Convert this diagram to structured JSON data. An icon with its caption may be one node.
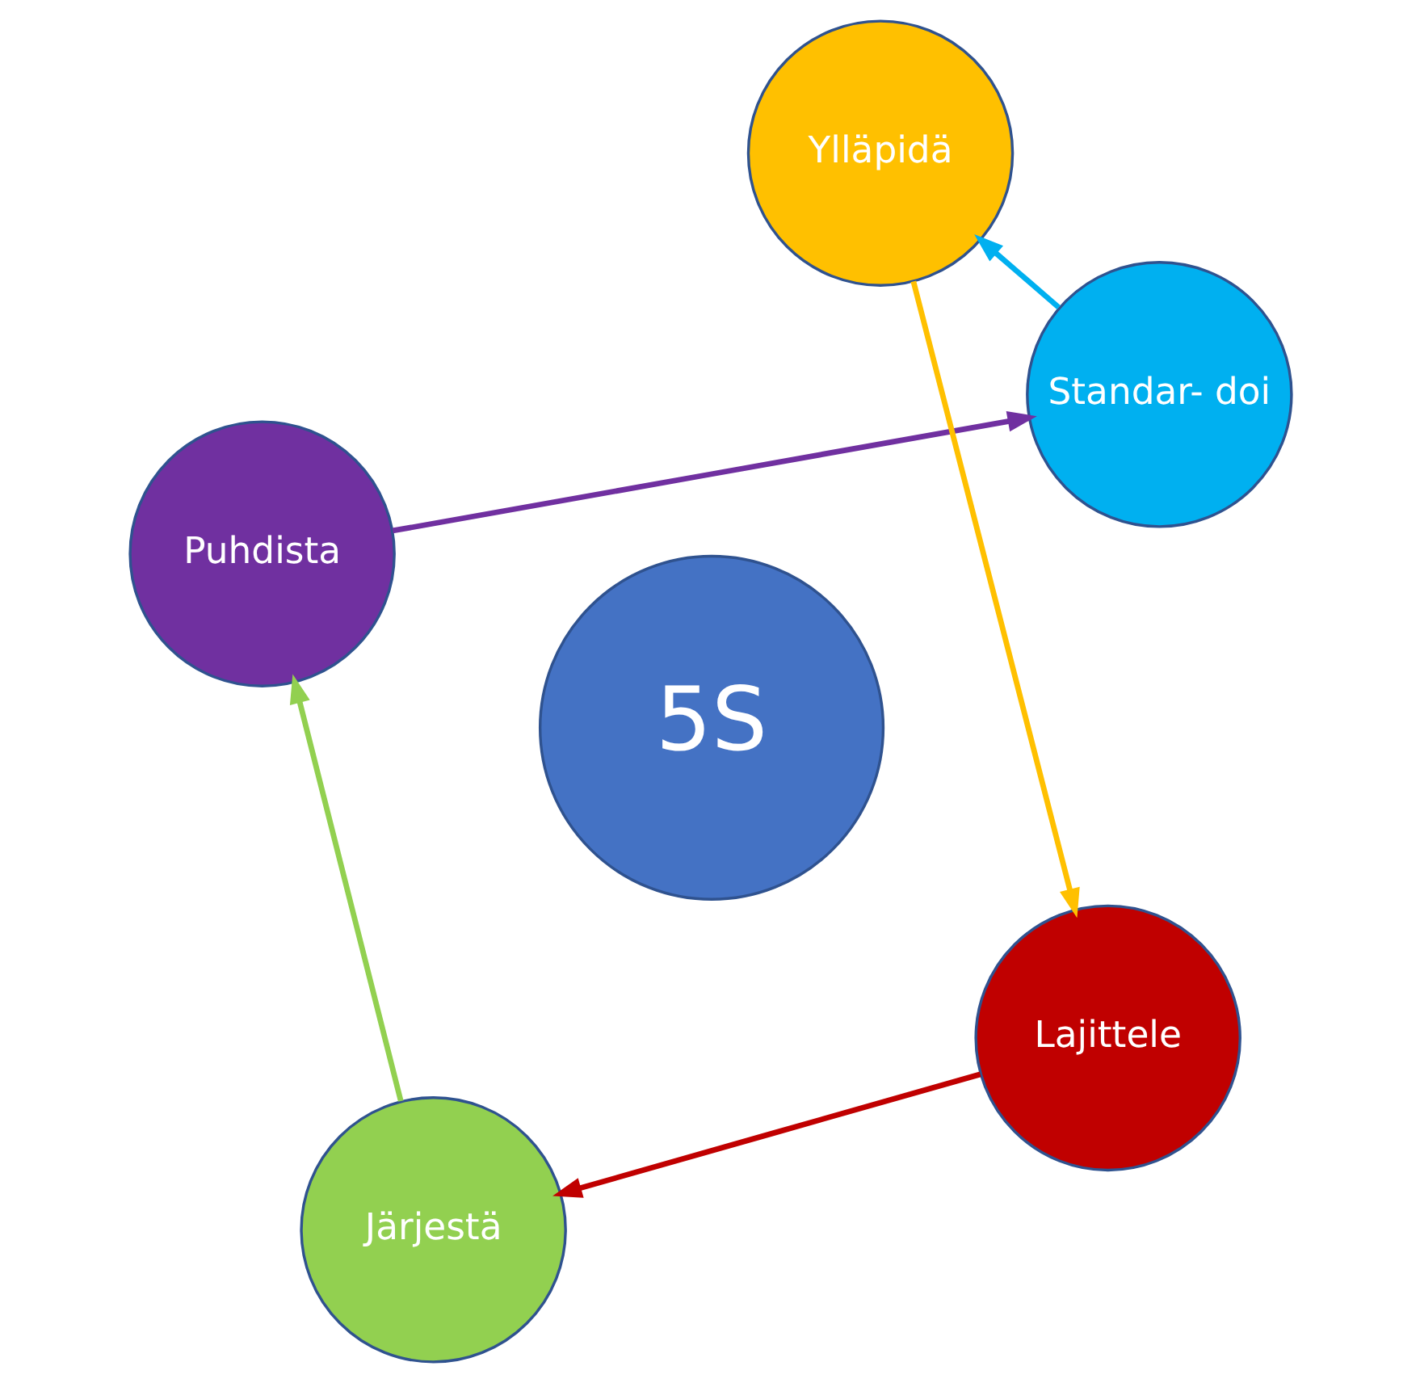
{
  "diagram": {
    "nodes": [
      {
        "text": [
          "5S"
        ]
      },
      {
        "text": [
          "Lajittele"
        ]
      },
      {
        "text": [
          "Järjestä"
        ]
      },
      {
        "text": [
          "Puhdista"
        ]
      },
      {
        "text": [
          "Standar- doi"
        ]
      },
      {
        "text": [
          "Ylläpidä"
        ]
      }
    ],
    "edges": [
      {
        "from": 1,
        "to": 2,
        "arrow": "to",
        "color": "#c00000"
      },
      {
        "from": 2,
        "to": 3,
        "arrow": "to",
        "color": "#92d050"
      },
      {
        "from": 3,
        "to": 4,
        "arrow": "to",
        "color": "#7030a0"
      },
      {
        "from": 4,
        "to": 5,
        "arrow": "to",
        "color": "#00b0f0"
      },
      {
        "from": 5,
        "to": 1,
        "arrow": "to",
        "color": "#ffc000"
      }
    ]
  }
}
